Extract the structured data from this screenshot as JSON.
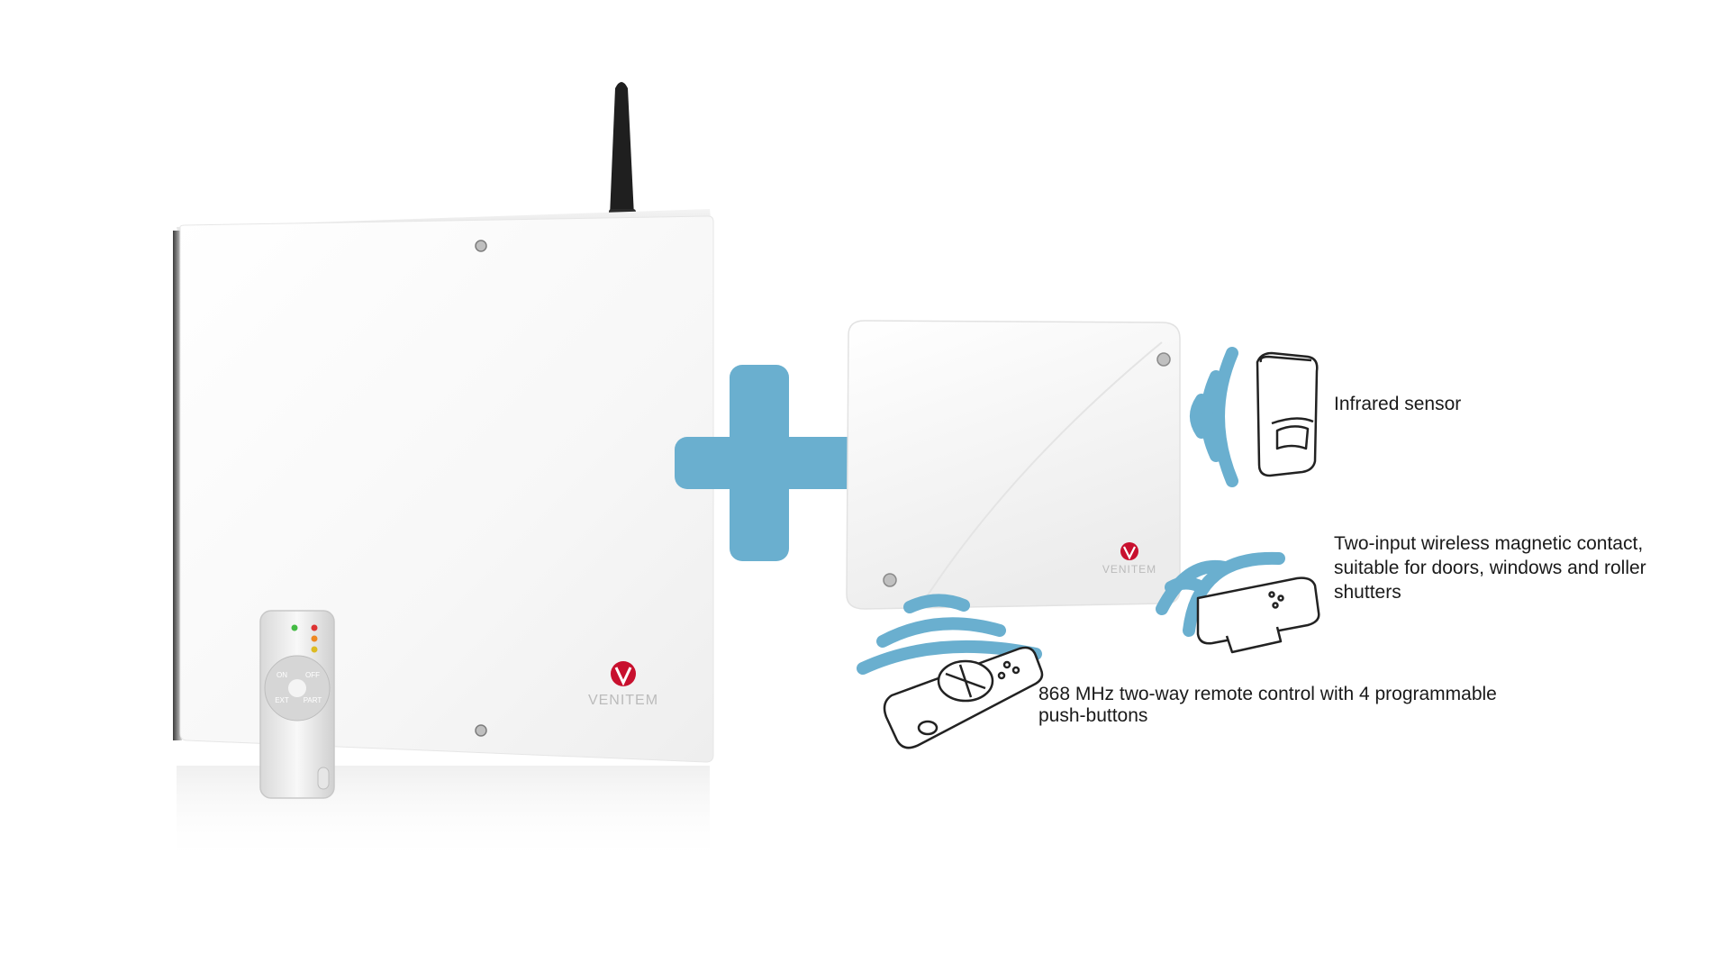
{
  "brand": {
    "name": "VENITEM",
    "color": "#c8102e"
  },
  "accent_color": "#6aafcf",
  "remote_buttons": {
    "on": "ON",
    "off": "OFF",
    "ext": "EXT",
    "part": "PART"
  },
  "labels": {
    "infrared_sensor": "Infrared sensor",
    "magnetic_contact": "Two-input wireless magnetic contact, suitable for doors, windows and roller shutters",
    "remote_control": "868 MHz two-way remote control with 4 programmable push-buttons"
  },
  "icons": [
    "plus-icon",
    "signal-waves-icon",
    "infrared-sensor-icon",
    "magnetic-contact-icon",
    "remote-control-icon",
    "antenna-icon",
    "venitem-logo-icon"
  ]
}
